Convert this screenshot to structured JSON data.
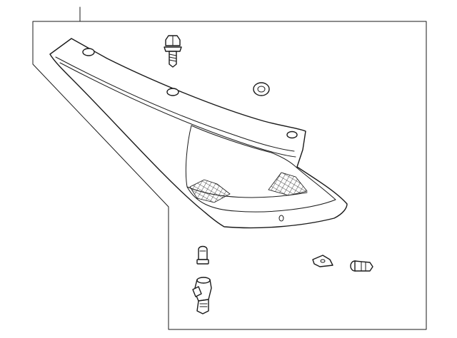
{
  "diagram": {
    "style": "exploded parts line drawing",
    "background": "#ffffff",
    "line_color": "#1a1a1a",
    "parts": [
      {
        "name": "tail-lamp-housing"
      },
      {
        "name": "mounting-bolt"
      },
      {
        "name": "grommet-washer"
      },
      {
        "name": "bulb"
      },
      {
        "name": "bulb-socket"
      },
      {
        "name": "retaining-clip"
      },
      {
        "name": "wedge-bulb-small"
      }
    ]
  }
}
